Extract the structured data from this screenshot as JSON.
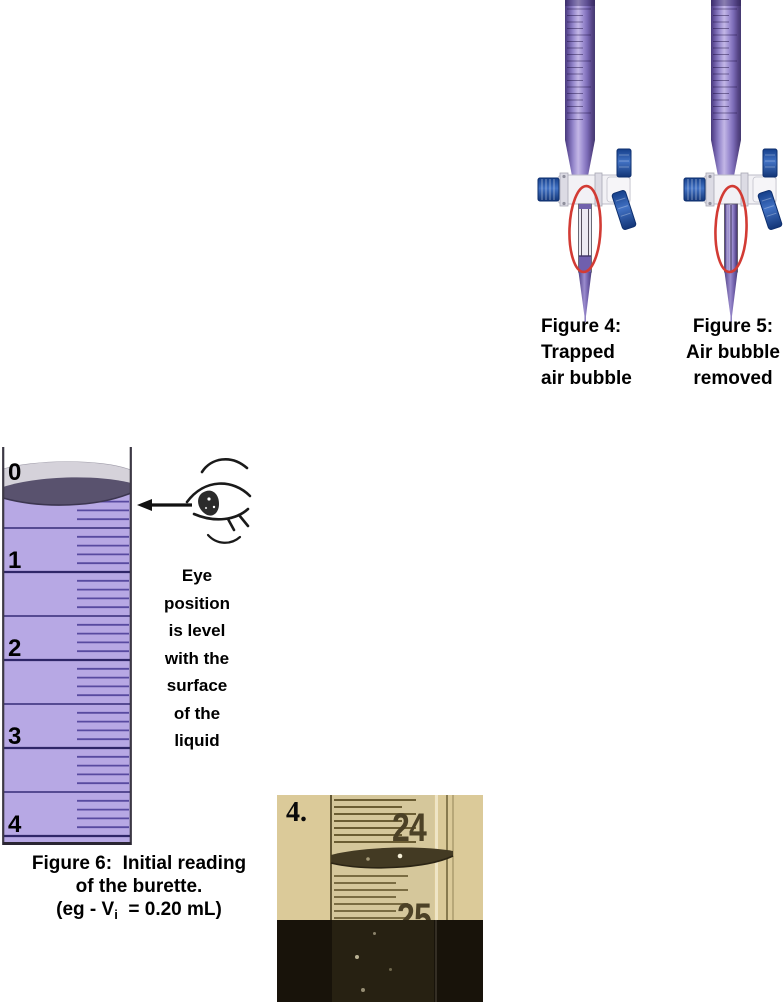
{
  "colors": {
    "liquid_lavender": "#b7a8e4",
    "scale_major_line": "#2f2668",
    "scale_half_line": "#473c86",
    "scale_tick": "#584aa0",
    "burette_purple": "#7e6db9",
    "stopcock_blue": "#1d4c9f",
    "highlight_ellipse_red": "#d23b34",
    "photo_tan": "#dbca99",
    "photo_dark": "#18130a",
    "photo_number_olive": "#4c4126"
  },
  "figure4": {
    "caption_lines": [
      "Figure 4:",
      "Trapped",
      "air bubble"
    ]
  },
  "figure5": {
    "caption_lines": [
      "Figure 5:",
      "Air bubble",
      "removed"
    ]
  },
  "figure6": {
    "scale_labels": [
      "0",
      "1",
      "2",
      "3",
      "4"
    ],
    "eye_note_lines": [
      "Eye",
      "position",
      "is level",
      "with the",
      "surface",
      "of the",
      "liquid"
    ],
    "caption_line1": "Figure 6:  Initial reading",
    "caption_line2": "of the burette.",
    "formula_prefix": "(eg - V",
    "formula_sub": "i",
    "formula_suffix": "  = 0.20 mL)"
  },
  "photo_figure": {
    "corner_label": "4.",
    "scale_number_upper": "24",
    "scale_number_lower": "25"
  }
}
